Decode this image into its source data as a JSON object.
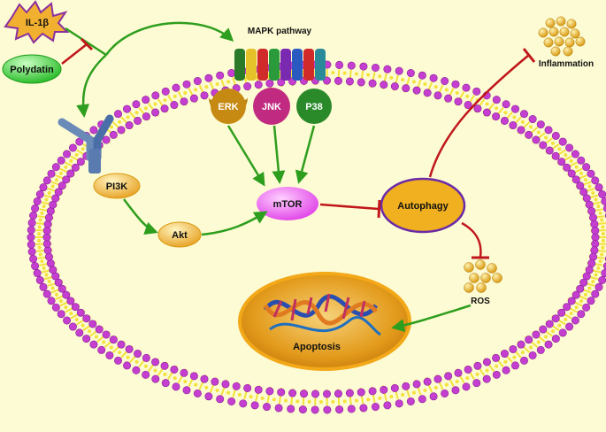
{
  "labels": {
    "il1b": "IL-1β",
    "polydatin": "Polydatin",
    "mapk": "MAPK pathway",
    "erk": "ERK",
    "jnk": "JNK",
    "p38": "P38",
    "pi3k": "PI3K",
    "akt": "Akt",
    "mtor": "mTOR",
    "autophagy": "Autophagy",
    "ros": "ROS",
    "apoptosis": "Apoptosis",
    "inflammation": "Inflammation"
  },
  "colors": {
    "background": "#fdfbd3",
    "activation_arrow": "#2e9e1e",
    "inhibition_arrow": "#c0161c",
    "membrane_head": "#c43fd0",
    "membrane_tail": "#f2e23a",
    "mtor": "#f04cf0",
    "autophagy": "#f0b020",
    "polydatin": "#3fd63f",
    "il1b": "#f0a020",
    "erk": "#c08a10",
    "jnk": "#c02a80",
    "p38": "#2a8a2a"
  },
  "icons": {
    "receptor": "receptor-icon",
    "dna": "dna-helix-icon",
    "ros_cluster": "ros-particles-icon",
    "inflammation_cluster": "inflammation-particles-icon"
  }
}
